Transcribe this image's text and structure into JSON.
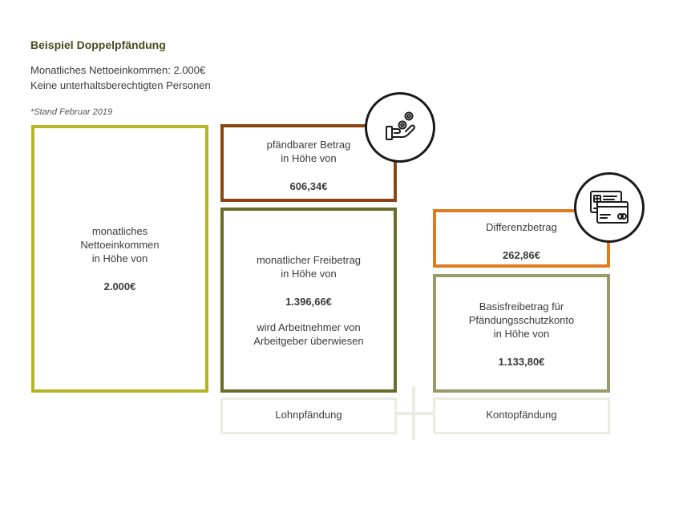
{
  "header": {
    "title": "Beispiel Doppelpfändung",
    "line1": "Monatliches Nettoeinkommen: 2.000€",
    "line2": "Keine unterhaltsberechtigten Personen",
    "note": "*Stand Februar 2019"
  },
  "boxes": {
    "income": {
      "text": [
        "monatliches",
        "Nettoeinkommen",
        "in Höhe von"
      ],
      "value": "2.000€",
      "color": "#b5b523"
    },
    "seizable": {
      "text": [
        "pfändbarer Betrag",
        "in Höhe von"
      ],
      "value": "606,34€",
      "color": "#8b4513"
    },
    "allowance": {
      "text": [
        "monatlicher Freibetrag",
        "in Höhe von"
      ],
      "value": "1.396,66€",
      "extra": [
        "wird Arbeitnehmer von",
        "Arbeitgeber überwiesen"
      ],
      "color": "#6b6b2a"
    },
    "difference": {
      "text": [
        "Differenzbetrag"
      ],
      "value": "262,86€",
      "color": "#e07b1f"
    },
    "basic": {
      "text": [
        "Basisfreibetrag für",
        "Pfändungsschutzkonto",
        "in Höhe von"
      ],
      "value": "1.133,80€",
      "color": "#9a9a6a"
    }
  },
  "labels": {
    "left": "Lohnpfändung",
    "right": "Kontopfändung"
  },
  "icons": {
    "hand": "hand-coins-icon",
    "cards": "credit-card-icon"
  }
}
